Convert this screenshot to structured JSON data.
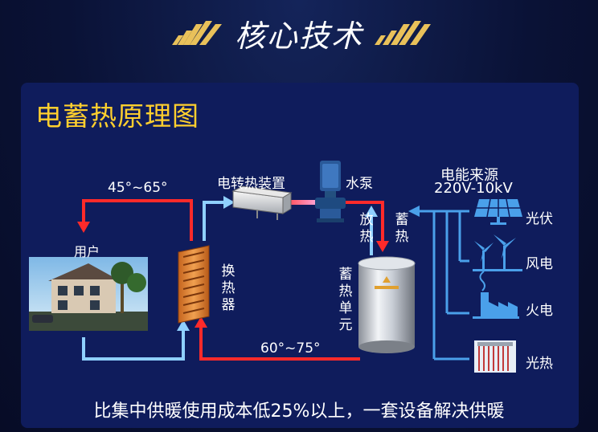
{
  "header": {
    "title": "核心技术"
  },
  "panel": {
    "title": "电蓄热原理图"
  },
  "labels": {
    "user": "用户",
    "temp_top": "45°~65°",
    "temp_bottom": "60°~75°",
    "heater": "电转热装置",
    "pump": "水泵",
    "exchanger": "换热器",
    "discharge": "放热",
    "charge": "蓄热",
    "storage_unit": "蓄热单元",
    "power_source": "电能来源",
    "voltage": "220V-10kV"
  },
  "sources": [
    {
      "label": "光伏",
      "icon": "solar-panel-icon"
    },
    {
      "label": "风电",
      "icon": "wind-turbine-icon"
    },
    {
      "label": "火电",
      "icon": "power-plant-icon"
    },
    {
      "label": "光热",
      "icon": "solar-water-heater-icon"
    }
  ],
  "footer": {
    "text": "比集中供暖使用成本低25%以上，一套设备解决供暖"
  },
  "colors": {
    "title_yellow": "#ffcf2e",
    "hot_red": "#ff2a2a",
    "cold_blue": "#8fd0ff",
    "panel": "#0f1c5c"
  }
}
